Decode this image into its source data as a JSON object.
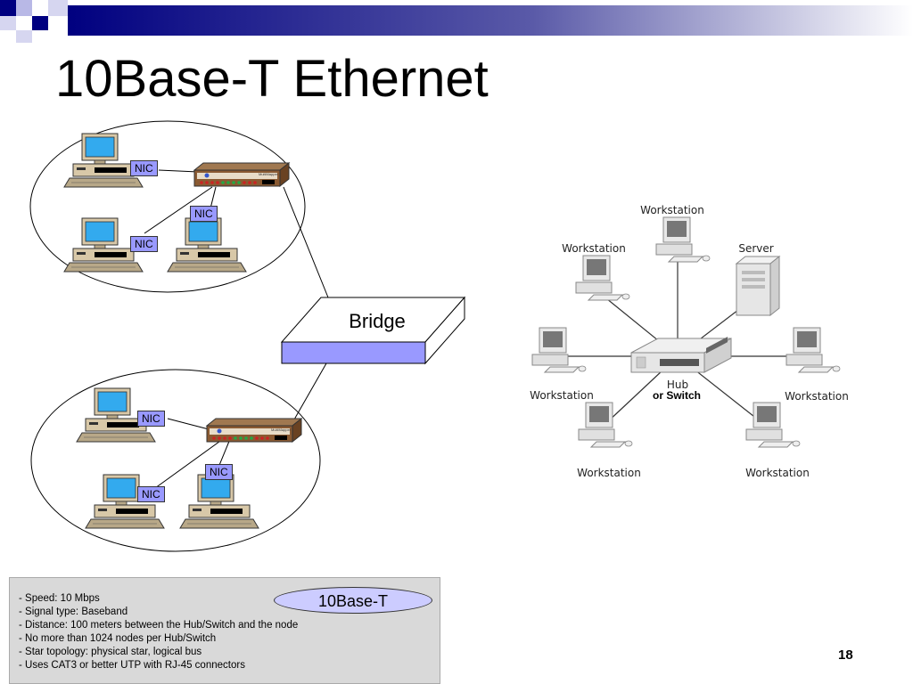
{
  "slide": {
    "title": "10Base-T Ethernet",
    "page_number": "18",
    "accent_color": "#000080"
  },
  "left_diagram": {
    "nic_label": "NIC",
    "bridge_label": "Bridge",
    "hub_label": "MultiMapper"
  },
  "right_diagram": {
    "nodes": [
      "Workstation",
      "Workstation",
      "Server",
      "Workstation",
      "Workstation",
      "Workstation",
      "Workstation"
    ],
    "hub_label": "Hub",
    "hub_sublabel": "or Switch"
  },
  "notes": {
    "badge": "10Base-T",
    "items": [
      "- Speed: 10 Mbps",
      "- Signal type: Baseband",
      "- Distance: 100 meters between the Hub/Switch and the node",
      "- No more than 1024 nodes per Hub/Switch",
      "- Star topology: physical star, logical bus",
      "- Uses CAT3 or better UTP with RJ-45 connectors"
    ]
  }
}
